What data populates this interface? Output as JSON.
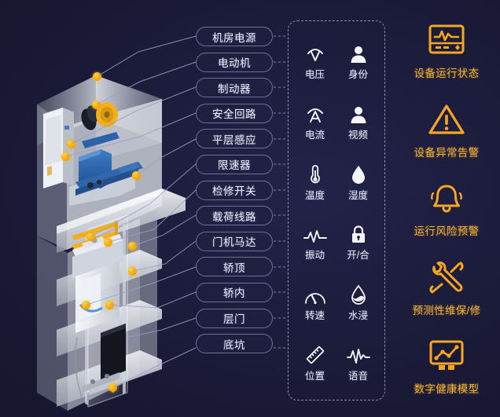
{
  "theme": {
    "background": "#1c1c3c",
    "pill_border": "#6f6f96",
    "pill_text": "#f0f0f8",
    "panel_dash_border": "#8a8ab0",
    "sensor_text": "#eef0f8",
    "feature_accent": "#f5a623",
    "feature_text": "#f7b733",
    "marker_dot": "#f9ab00"
  },
  "components": {
    "title": "elevator-component-labels",
    "items": [
      {
        "label": "机房电源",
        "icon": "pill-marker"
      },
      {
        "label": "电动机",
        "icon": "pill-marker"
      },
      {
        "label": "制动器",
        "icon": "pill-marker"
      },
      {
        "label": "安全回路",
        "icon": "pill-marker"
      },
      {
        "label": "平层感应",
        "icon": "pill-marker"
      },
      {
        "label": "限速器",
        "icon": "pill-marker"
      },
      {
        "label": "检修开关",
        "icon": "pill-marker"
      },
      {
        "label": "载荷线路",
        "icon": "pill-marker"
      },
      {
        "label": "门机马达",
        "icon": "pill-marker"
      },
      {
        "label": "轿顶",
        "icon": "pill-marker"
      },
      {
        "label": "轿内",
        "icon": "pill-marker"
      },
      {
        "label": "层门",
        "icon": "pill-marker"
      },
      {
        "label": "底坑",
        "icon": "pill-marker"
      }
    ]
  },
  "sensors": {
    "title": "sensor-types-panel",
    "items": [
      {
        "label": "电压",
        "icon": "voltage-icon"
      },
      {
        "label": "身份",
        "icon": "identity-person-icon"
      },
      {
        "label": "电流",
        "icon": "current-icon"
      },
      {
        "label": "视频",
        "icon": "video-person-icon"
      },
      {
        "label": "温度",
        "icon": "thermometer-icon"
      },
      {
        "label": "湿度",
        "icon": "humidity-droplet-icon"
      },
      {
        "label": "振动",
        "icon": "vibration-wave-icon"
      },
      {
        "label": "开/合",
        "icon": "lock-icon"
      },
      {
        "label": "转速",
        "icon": "speed-gauge-icon"
      },
      {
        "label": "水浸",
        "icon": "water-immersion-droplet-icon"
      },
      {
        "label": "位置",
        "icon": "ruler-position-icon"
      },
      {
        "label": "语音",
        "icon": "voice-waveform-icon"
      }
    ]
  },
  "features": {
    "title": "platform-capabilities",
    "items": [
      {
        "label": "设备运行状态",
        "icon": "monitor-waveform-icon"
      },
      {
        "label": "设备异常告警",
        "icon": "warning-triangle-icon"
      },
      {
        "label": "运行风险预警",
        "icon": "bell-alert-icon"
      },
      {
        "label": "预测性维保/修",
        "icon": "wrench-screwdriver-icon"
      },
      {
        "label": "数字健康模型",
        "icon": "monitor-chart-icon"
      }
    ]
  },
  "illustration": {
    "name": "elevator-shaft-3d-cutaway",
    "marker_count": 13
  }
}
